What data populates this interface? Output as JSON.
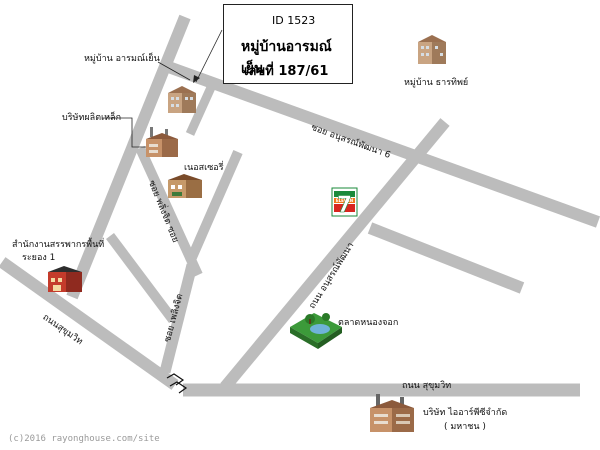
{
  "callout": {
    "id": "ID 1523",
    "village": "หมู่บ้านอารมณ์เย็น",
    "house_no": "เลขที่ 187/61"
  },
  "places": {
    "village_arom_yen": "หมู่บ้าน อารมณ์เย็น",
    "village_tharathip": "หมู่บ้าน ธารทิพย์",
    "steel_company": "บริษัทผลิตเหล็ก",
    "nursery": "เนอสเซอรี่",
    "revenue_office_line1": "สำนักงานสรรพากรพื้นที่",
    "revenue_office_line2": "ระยอง 1",
    "market": "ตลาดหนองจอก",
    "company_line1": "บริษัท ไออาร์พีซีจำกัด",
    "company_line2": "( มหาชน )"
  },
  "roads": {
    "soi_6": "ซอย อนุสรณ์พัฒนา 6",
    "anusorn_road": "ถนน อนุสรณ์พัฒนา",
    "sukhumvit_h": "ถนน สุขุมวิท",
    "sukhumvit_diag": "ถนนสุขุมวิท",
    "soi_phisan": "ซอย เพลิงจิต",
    "soi_mid": "ซอย พลิ่งจิต ซอย"
  },
  "store_logo": {
    "text": "7",
    "sub": "ELEVEN"
  },
  "watermark": "(c)2016 rayonghouse.com/site",
  "colors": {
    "road": "#bcbcbc",
    "store_green": "#1a8a3a",
    "store_red": "#d8261f",
    "store_orange": "#f0791c"
  }
}
